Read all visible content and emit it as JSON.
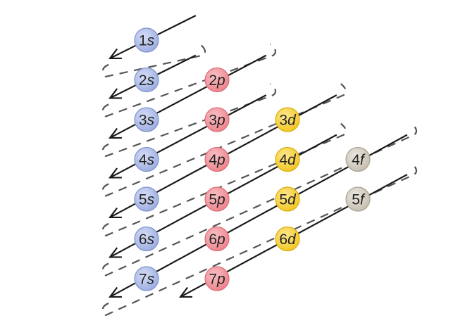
{
  "orbitals": [
    {
      "n": "1",
      "l": "s",
      "col": 0,
      "row": 0
    },
    {
      "n": "2",
      "l": "s",
      "col": 0,
      "row": 1
    },
    {
      "n": "2",
      "l": "p",
      "col": 1,
      "row": 1
    },
    {
      "n": "3",
      "l": "s",
      "col": 0,
      "row": 2
    },
    {
      "n": "3",
      "l": "p",
      "col": 1,
      "row": 2
    },
    {
      "n": "3",
      "l": "d",
      "col": 2,
      "row": 2
    },
    {
      "n": "4",
      "l": "s",
      "col": 0,
      "row": 3
    },
    {
      "n": "4",
      "l": "p",
      "col": 1,
      "row": 3
    },
    {
      "n": "4",
      "l": "d",
      "col": 2,
      "row": 3
    },
    {
      "n": "4",
      "l": "f",
      "col": 3,
      "row": 3
    },
    {
      "n": "5",
      "l": "s",
      "col": 0,
      "row": 4
    },
    {
      "n": "5",
      "l": "p",
      "col": 1,
      "row": 4
    },
    {
      "n": "5",
      "l": "d",
      "col": 2,
      "row": 4
    },
    {
      "n": "5",
      "l": "f",
      "col": 3,
      "row": 4
    },
    {
      "n": "6",
      "l": "s",
      "col": 0,
      "row": 5
    },
    {
      "n": "6",
      "l": "p",
      "col": 1,
      "row": 5
    },
    {
      "n": "6",
      "l": "d",
      "col": 2,
      "row": 5
    },
    {
      "n": "7",
      "l": "s",
      "col": 0,
      "row": 6
    },
    {
      "n": "7",
      "l": "p",
      "col": 1,
      "row": 6
    }
  ],
  "colors": {
    "s": "#a9b8e6",
    "p": "#f08e96",
    "d": "#f5cf36",
    "f": "#cfc8bc",
    "s_edge": "#8093cf",
    "p_edge": "#d8707a",
    "d_edge": "#d9ad12",
    "f_edge": "#aaa293",
    "line": "#1a1a1a",
    "dash": "#555555"
  }
}
